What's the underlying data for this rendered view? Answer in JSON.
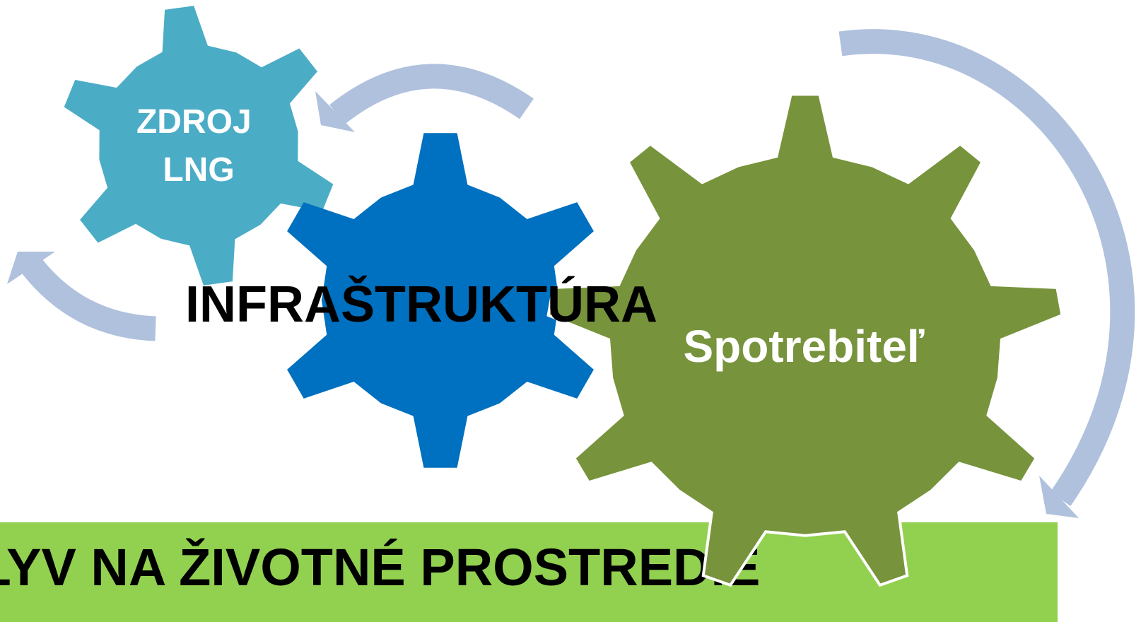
{
  "diagram": {
    "gears": [
      {
        "name": "source",
        "label_lines": [
          "ZDROJ",
          "LNG"
        ],
        "color": "#4BACC6",
        "text_color": "#FFFFFF"
      },
      {
        "name": "infrastructure",
        "label": "INFRAŠTRUKTÚRA",
        "color": "#0070C0",
        "text_color": "#000000"
      },
      {
        "name": "consumer",
        "label": "Spotrebiteľ",
        "color": "#77933C",
        "text_color": "#FFFFFF"
      }
    ],
    "banner": {
      "label": "VPLYV NA ŽIVOTNÉ PROSTREDIE",
      "color": "#92D050",
      "text_color": "#000000"
    },
    "arrow_color": "#B0C1DD"
  }
}
